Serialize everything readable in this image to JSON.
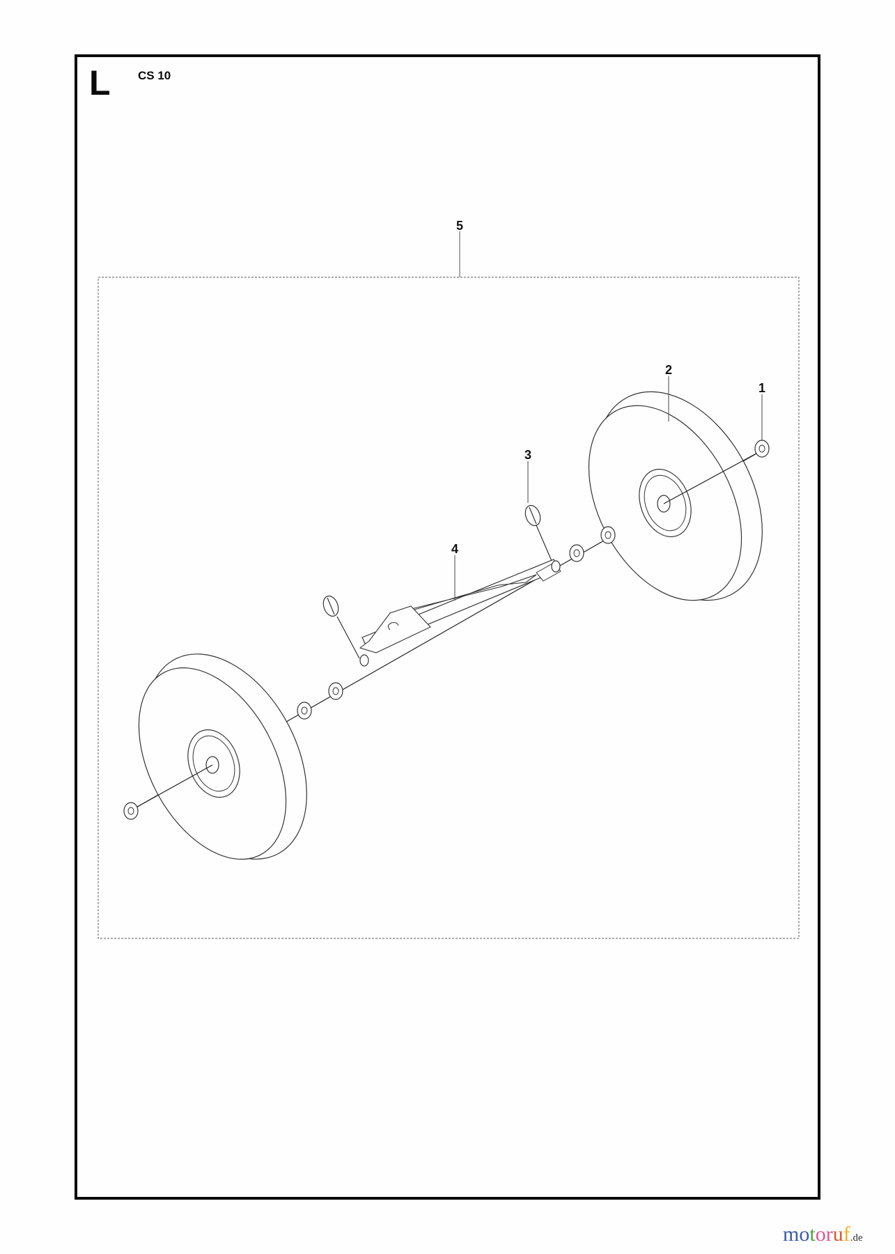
{
  "header": {
    "section_letter": "L",
    "model": "CS 10"
  },
  "callouts": [
    {
      "id": "1",
      "label": "1",
      "part": "washer"
    },
    {
      "id": "2",
      "label": "2",
      "part": "wheel"
    },
    {
      "id": "3",
      "label": "3",
      "part": "lock-pin"
    },
    {
      "id": "4",
      "label": "4",
      "part": "axle-bracket"
    },
    {
      "id": "5",
      "label": "5",
      "part": "wheel-kit-assembly"
    }
  ],
  "watermark": {
    "letters": [
      {
        "ch": "m",
        "color": "#3a5aa8"
      },
      {
        "ch": "o",
        "color": "#3a5aa8"
      },
      {
        "ch": "t",
        "color": "#4aa83a"
      },
      {
        "ch": "o",
        "color": "#e0559a"
      },
      {
        "ch": "r",
        "color": "#e0559a"
      },
      {
        "ch": "u",
        "color": "#e0552a"
      },
      {
        "ch": "f",
        "color": "#f0b020"
      }
    ],
    "tld": ".de"
  },
  "colors": {
    "frame": "#0a0a0a",
    "line": "#222222",
    "dotted_box": "#777777"
  }
}
